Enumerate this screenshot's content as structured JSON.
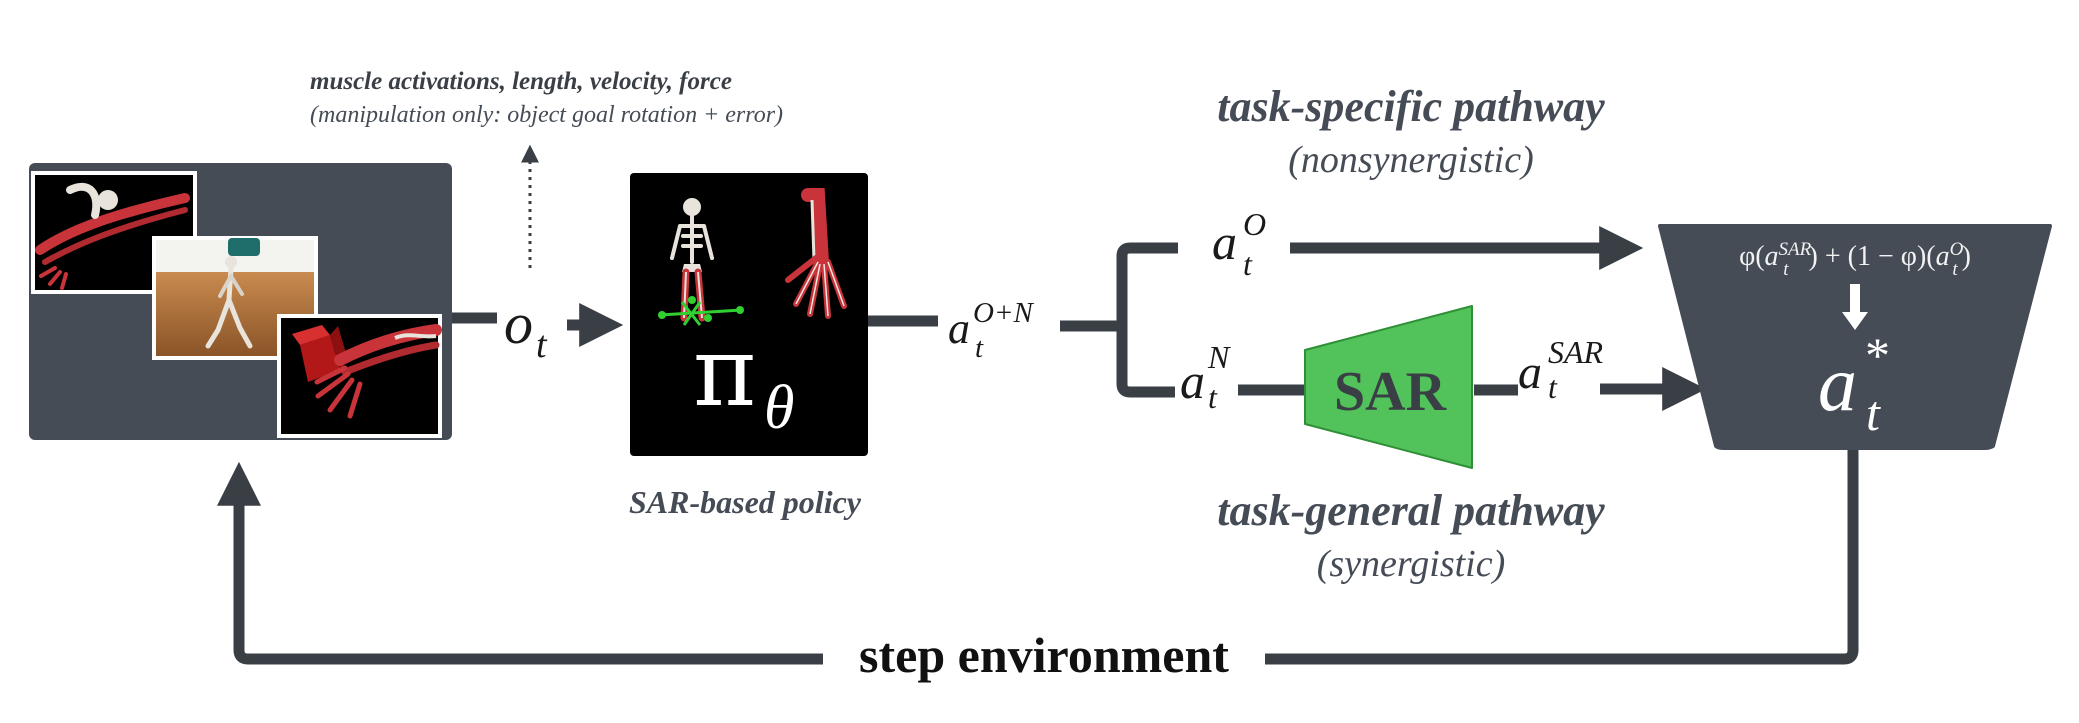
{
  "observation_note": {
    "line1": "muscle activations, length, velocity, force",
    "line2": "(manipulation only: object goal rotation + error)"
  },
  "symbols": {
    "o": "o",
    "o_sub": "t",
    "pi": "π",
    "theta": "θ",
    "a": "a",
    "t": "t",
    "sup_on": "O+N",
    "sup_o": "O",
    "sup_n": "N",
    "sup_sar": "SAR",
    "star": "*"
  },
  "policy": {
    "caption": "SAR-based policy"
  },
  "sar_block": {
    "label": "SAR"
  },
  "pathways": {
    "specific_title": "task-specific pathway",
    "specific_sub": "(nonsynergistic)",
    "general_title": "task-general pathway",
    "general_sub": "(synergistic)"
  },
  "combiner": {
    "formula": "φ(a_t^SAR) + (1 − φ)(a_t^O)",
    "phi1": "φ(",
    "phi2": ") + (1 − φ)(",
    "phi3": ")"
  },
  "loop": {
    "label": "step environment"
  },
  "colors": {
    "dark": "#454c56",
    "line": "#3a3f46",
    "sar_green": "#52c35a",
    "sar_border": "#2f8f37",
    "bone": "#e8e4dc",
    "muscle": "#c8343a",
    "floor": "#a86f3c",
    "green_marker": "#2fd02f"
  }
}
